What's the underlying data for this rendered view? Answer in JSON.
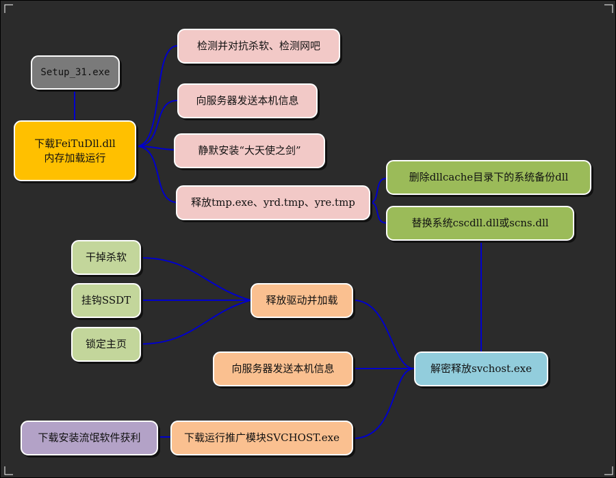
{
  "colors": {
    "background": "#2b2b2b",
    "connector": "#0000cc",
    "gray": "#7a7a7a",
    "yellow": "#ffc000",
    "pink": "#f2c9c7",
    "green": "#9bbb59",
    "light_green": "#c3d69b",
    "orange": "#fac090",
    "blue": "#92cddc",
    "purple": "#b3a2c7"
  },
  "nodes": {
    "setup": "Setup_31.exe",
    "download_dll_line1": "下载FeiTuDll.dll",
    "download_dll_line2": "内存加载运行",
    "detect_av": "检测并对抗杀软、检测网吧",
    "send_info_top": "向服务器发送本机信息",
    "silent_install": "静默安装“大天使之剑”",
    "release_tmp": "释放tmp.exe、yrd.tmp、yre.tmp",
    "delete_dllcache": "删除dllcache目录下的系统备份dll",
    "replace_dll": "替换系统cscdll.dll或scns.dll",
    "kill_av": "干掉杀软",
    "hook_ssdt": "挂钩SSDT",
    "lock_homepage": "锁定主页",
    "release_driver": "释放驱动并加载",
    "send_info_bottom": "向服务器发送本机信息",
    "decrypt_svchost": "解密释放svchost.exe",
    "download_promo": "下载运行推广模块SVCHOST.exe",
    "install_rogue": "下载安装流氓软件获利"
  }
}
